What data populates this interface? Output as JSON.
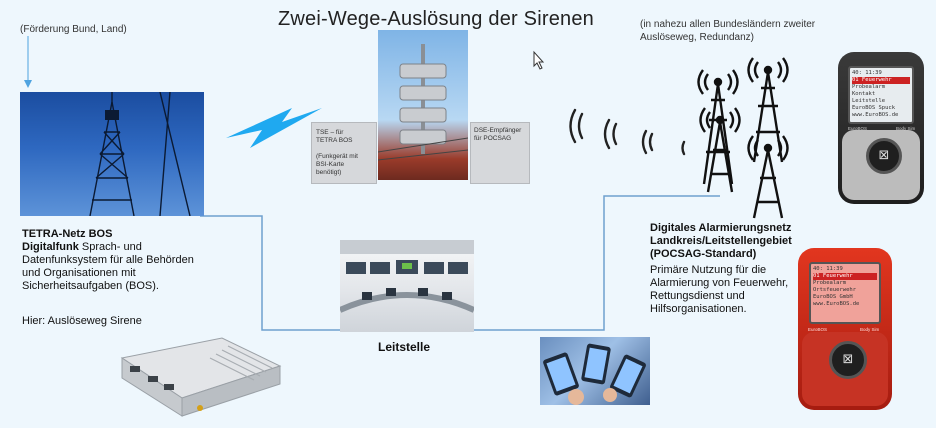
{
  "title": "Zwei-Wege-Auslösung  der Sirenen",
  "note_left": "(Förderung Bund, Land)",
  "note_right": "(in nahezu allen Bundesländern zweiter Auslöseweg, Redundanz)",
  "tse": {
    "line1": "TSE – für",
    "line2": "TETRA BOS",
    "line3": "(Funkgerät mit",
    "line4": "BSI-Karte",
    "line5": "benötigt)"
  },
  "dse": {
    "line1": "DSE-Empfänger",
    "line2": "für POCSAG"
  },
  "tetra": {
    "title": "TETRA-Netz BOS",
    "bold_prefix": "Digitalfunk",
    "body": " Sprach- und Datenfunksystem für alle Behörden und Organisationen mit Sicherheitsaufgaben (BOS).",
    "note": "Hier: Auslöseweg Sirene"
  },
  "leitstelle": "Leitstelle",
  "network": {
    "title": "Digitales Alarmierungsnetz Landkreis/Leitstellengebiet (POCSAG-Standard)",
    "body": "Primäre Nutzung für die Alarmierung von Feuerwehr, Rettungsdienst und Hilfsorganisationen."
  },
  "pager_gray": {
    "header": "40: 11:39",
    "line1": "01 Feuerwehr",
    "line2": "Probealarm",
    "line3": "Kontakt Leitstelle",
    "line4": "EuroBOS Spuck",
    "line5": "www.EuroBOS.de",
    "brand_left": "EuroBOS",
    "brand_right": "Body Sim"
  },
  "pager_red": {
    "header": "40: 11:39",
    "line1": "01 Feuerwehr",
    "line2": "Probealarm",
    "line3": "Ortsfeuerwehr",
    "line4": "EuroBOS GmbH",
    "line5": "www.EuroBOS.de",
    "brand_left": "EuroBOS",
    "brand_right": "Body Sim"
  },
  "colors": {
    "background": "#eef7fd",
    "connector": "#6fa0cf",
    "lightning": "#1fa9f0",
    "tower": "#111111"
  }
}
